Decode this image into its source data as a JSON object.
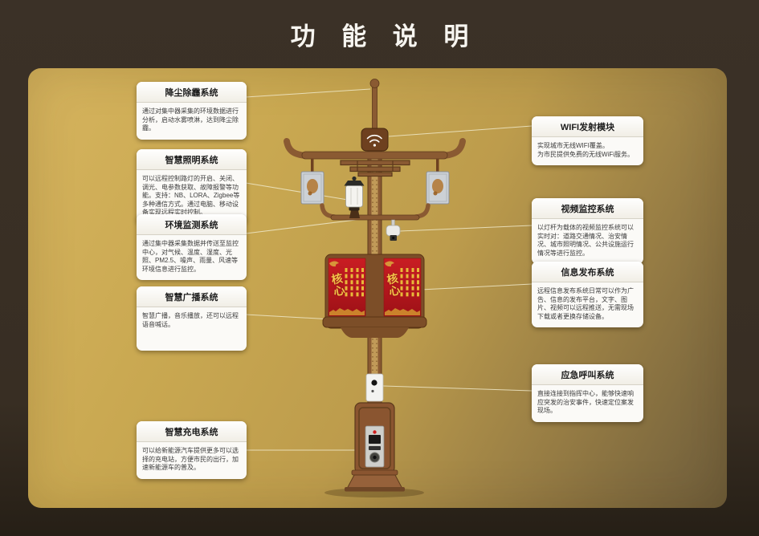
{
  "title": "功 能 说 明",
  "callouts": {
    "left": [
      {
        "title": "降尘除霾系统",
        "body": "通过对集中器采集的环境数据进行分析，启动水雾喷淋，达到降尘除霾。"
      },
      {
        "title": "智慧照明系统",
        "body": "可以远程控制路灯的开启、关闭、调光、电参数获取、故障报警等功能。支持：NB、LORA、Zigbee等多种通信方式。通过电脑、移动设备实现远程实时控制。"
      },
      {
        "title": "环境监测系统",
        "body": "通过集中器采集数据并传送至监控中心，对气候、温度、湿度、光照、PM2.5、噪声、雨量、风速等环境信息进行监控。"
      },
      {
        "title": "智慧广播系统",
        "body": "智慧广播，音乐播放，还可以远程语音喊话。"
      },
      {
        "title": "智慧充电系统",
        "body": "可以给新能源汽车提供更多可以选择的充电站，方便市民的出行，加速新能源车的普及。"
      }
    ],
    "right": [
      {
        "title": "WIFI发射模块",
        "body": "实现城市无线WIFI覆盖。\n为市民提供免费的无线WiFi服务。"
      },
      {
        "title": "视频监控系统",
        "body": "以灯杆为载体的视频监控系统可以实时对：道路交通情况、治安情况、城市照明情况、公共设施运行情况等进行监控。"
      },
      {
        "title": "信息发布系统",
        "body": "远程信息发布系统日常可以作为广告、信息的发布平台，文字、图片、视频可以远程推送，无需现场下载或者更换存储设备。"
      },
      {
        "title": "应急呼叫系统",
        "body": "直接连接到指挥中心，能够快速响应突发的治安事件，快速定位案发现场。"
      }
    ]
  },
  "pole": {
    "screen_motif": "核心"
  },
  "colors": {
    "background": "#3a3026",
    "panel_gold": "#c9a851",
    "panel_dark": "#6e5d3b",
    "box_bg": "#fbfaf7",
    "pole_brown": "#8a5a32",
    "frame_brown": "#7c4e28",
    "screen_red": "#bf1a20",
    "gold_accent": "#e8b93a",
    "connector_line": "#efe8c8",
    "title_text": "#f7f5f0"
  }
}
